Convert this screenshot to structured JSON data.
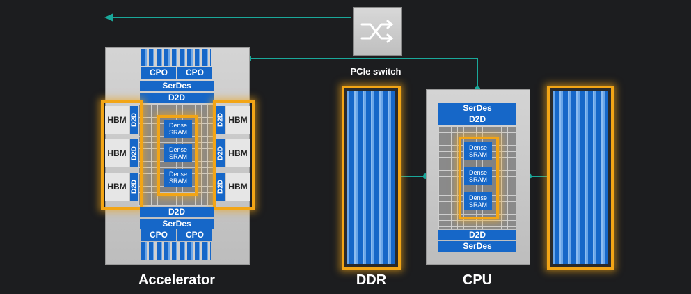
{
  "switch": {
    "label": "PCIe switch",
    "icon": "shuffle-icon"
  },
  "accelerator": {
    "label": "Accelerator",
    "cpo_top": [
      "CPO",
      "CPO"
    ],
    "serdes_top": "SerDes",
    "d2d_top": "D2D",
    "d2d_bottom": "D2D",
    "serdes_bottom": "SerDes",
    "cpo_bottom": [
      "CPO",
      "CPO"
    ],
    "hbm_left": [
      "HBM",
      "HBM",
      "HBM"
    ],
    "hbm_right": [
      "HBM",
      "HBM",
      "HBM"
    ],
    "d2d_side": "D2D",
    "sram": [
      "Dense SRAM",
      "Dense SRAM",
      "Dense SRAM"
    ]
  },
  "ddr": {
    "label": "DDR"
  },
  "cpu": {
    "label": "CPU",
    "serdes_top": "SerDes",
    "d2d_top": "D2D",
    "sram": [
      "Dense SRAM",
      "Dense SRAM",
      "Dense SRAM"
    ],
    "d2d_bottom": "D2D",
    "serdes_bottom": "SerDes"
  },
  "colors": {
    "background": "#1c1d1f",
    "link": "#1aa89a",
    "chip_blue": "#1667c8",
    "highlight": "#f2a516"
  }
}
